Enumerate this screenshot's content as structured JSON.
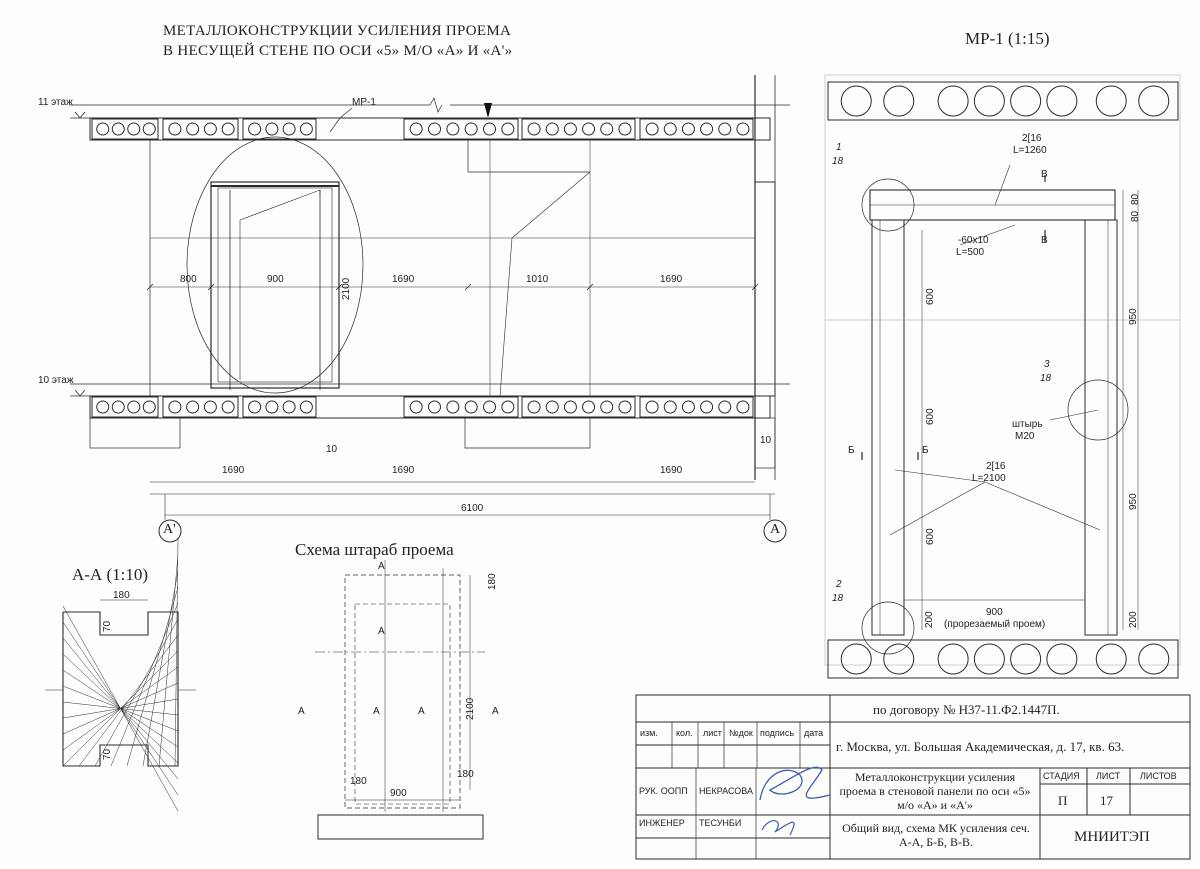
{
  "main": {
    "title_line1": "МЕТАЛЛОКОНСТРУКЦИИ УСИЛЕНИЯ ПРОЕМА",
    "title_line2": "В НЕСУЩЕЙ СТЕНЕ ПО ОСИ «5» М/О «А» И «А'»",
    "floor_11": "11 этаж",
    "floor_10": "10 этаж",
    "callout_mp1": "МР-1",
    "dims_top": [
      "800",
      "900",
      "1690",
      "1010",
      "1690"
    ],
    "dim_height": "2100",
    "dims_bottom": [
      "1690",
      "1690",
      "1690"
    ],
    "dim_gap1": "10",
    "dim_gap2": "10",
    "dim_total": "6100",
    "axis_left": "А'",
    "axis_right": "А"
  },
  "section_aa": {
    "title": "А-А (1:10)",
    "dim_width": "180",
    "dim_top": "70",
    "dim_bottom": "70"
  },
  "scheme": {
    "title": "Схема штараб проема",
    "dim_top_right": "180",
    "dim_height": "2100",
    "dim_left": "180",
    "dim_width": "900",
    "dim_right": "180",
    "marks": [
      "А",
      "А",
      "А",
      "А",
      "А",
      "А"
    ]
  },
  "mp1": {
    "title": "МР-1 (1:15)",
    "callout1_num": "1",
    "callout1_sheet": "18",
    "callout2_num": "2",
    "callout2_sheet": "18",
    "callout3_num": "3",
    "callout3_sheet": "18",
    "beam_spec": "2[16",
    "beam_len": "L=1260",
    "plate_spec": "-60х10",
    "plate_len": "L=500",
    "post_spec": "2[16",
    "post_len": "L=2100",
    "pin_label": "штырь",
    "pin_size": "М20",
    "mark_v": "В",
    "mark_b": "Б",
    "dims_right_top": [
      "80",
      "80"
    ],
    "dim_950a": "950",
    "dim_950b": "950",
    "dim_200a": "200",
    "dim_200b": "200",
    "dims_inner": [
      "600",
      "600",
      "600"
    ],
    "dim_opening": "900",
    "opening_note": "(прорезаемый проем)"
  },
  "stamp": {
    "contract": "по договору № Н37-11.Ф2.1447П.",
    "address": "г. Москва, ул. Большая Академическая, д. 17, кв. 63.",
    "col_headers": [
      "изм.",
      "кол.",
      "лист",
      "№док",
      "подпись",
      "дата"
    ],
    "role1": "РУК. ООПП",
    "name1": "НЕКРАСОВА",
    "role2": "ИНЖЕНЕР",
    "name2": "ТЕСУНБИ",
    "work_title": "Металлоконструкции усиления проема в стеновой панели по оси «5» м/о «А» и «А'»",
    "stage_h": "СТАДИЯ",
    "sheet_h": "ЛИСТ",
    "sheets_h": "ЛИСТОВ",
    "stage": "П",
    "sheet": "17",
    "sheets": "",
    "sheet_title": "Общий вид, схема МК усиления сеч. А-А, Б-Б, В-В.",
    "org": "МНИИТЭП"
  },
  "colors": {
    "ink": "#2b2b2b",
    "signature": "#3a5fb0"
  }
}
